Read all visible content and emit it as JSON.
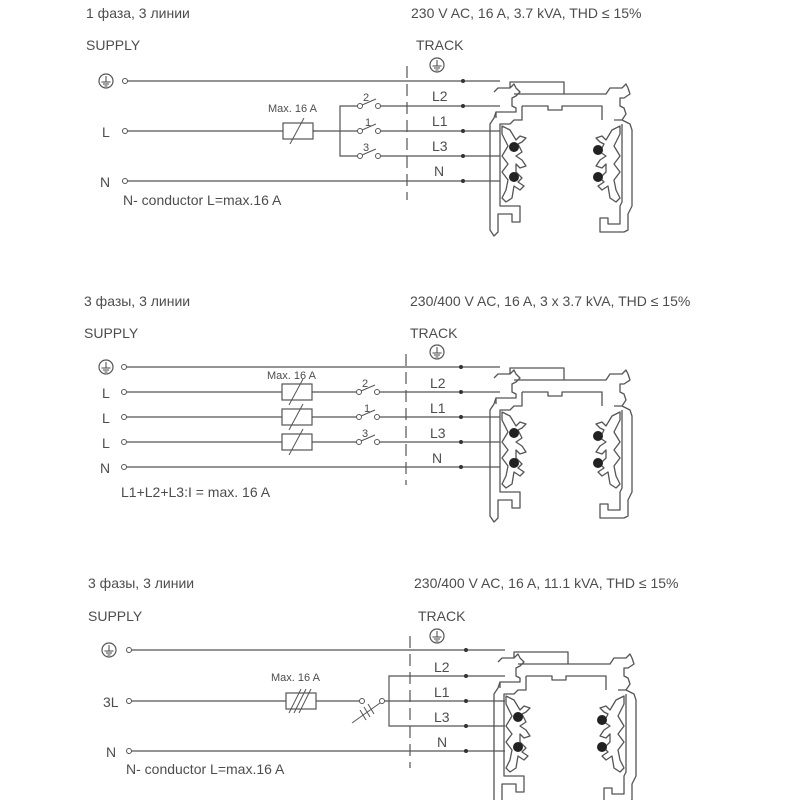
{
  "diagrams": [
    {
      "title": "1 фаза, 3 линии",
      "spec": "230 V AC, 16 A, 3.7 kVA, THD ≤ 15%",
      "supply_label": "SUPPLY",
      "track_label": "TRACK",
      "supply_lines": [
        "L",
        "N"
      ],
      "breaker_label": "Max. 16 A",
      "switch_labels": [
        "2",
        "1",
        "3"
      ],
      "track_lines": [
        "L2",
        "L1",
        "L3",
        "N"
      ],
      "note": "N- conductor  L=max.16 A"
    },
    {
      "title": "3 фазы, 3 линии",
      "spec": "230/400 V AC, 16 A, 3 x 3.7 kVA, THD ≤ 15%",
      "supply_label": "SUPPLY",
      "track_label": "TRACK",
      "supply_lines": [
        "L",
        "L",
        "L",
        "N"
      ],
      "breaker_label": "Max. 16 A",
      "switch_labels": [
        "2",
        "1",
        "3"
      ],
      "track_lines": [
        "L2",
        "L1",
        "L3",
        "N"
      ],
      "note": "L1+L2+L3:I = max. 16 A"
    },
    {
      "title": "3 фазы, 3 линии",
      "spec": "230/400 V AC, 16 A, 11.1 kVA, THD ≤ 15%",
      "supply_label": "SUPPLY",
      "track_label": "TRACK",
      "supply_lines": [
        "3L",
        "N"
      ],
      "breaker_label": "Max. 16 A",
      "track_lines": [
        "L2",
        "L1",
        "L3",
        "N"
      ],
      "note": "N- conductor  L=max.16 A"
    }
  ]
}
